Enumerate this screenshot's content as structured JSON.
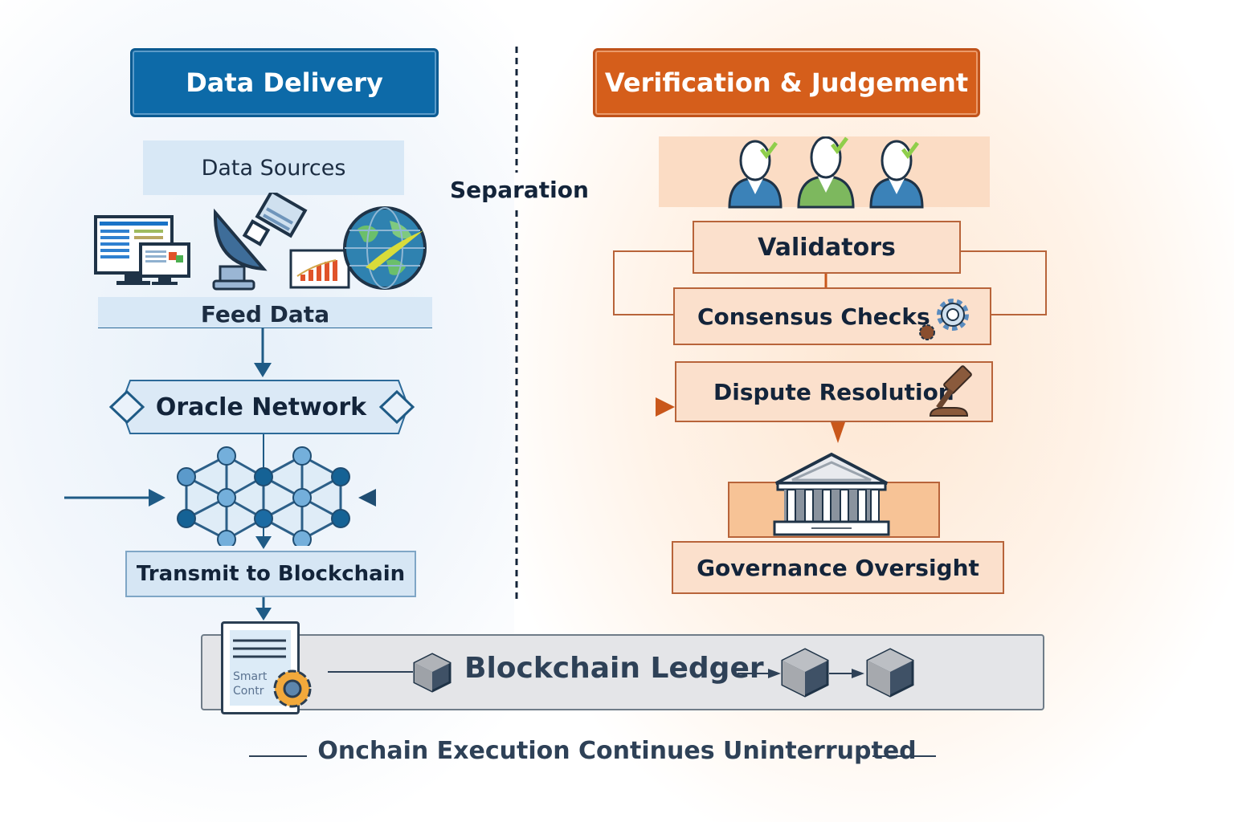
{
  "left_panel": {
    "header": "Data Delivery",
    "data_sources_label": "Data Sources",
    "source_icons": [
      "dashboard-monitor-icon",
      "satellite-dish-icon",
      "bar-chart-icon",
      "globe-icon"
    ],
    "feed_data_label": "Feed Data",
    "oracle_network_label": "Oracle Network",
    "network_icon": "node-network-icon",
    "transmit_label": "Transmit to Blockchain"
  },
  "separator": {
    "label": "Separation"
  },
  "right_panel": {
    "header": "Verification & Judgement",
    "validator_icons": [
      "validator-person-icon",
      "validator-person-icon",
      "validator-person-icon"
    ],
    "validators_label": "Validators",
    "consensus_label": "Consensus Checks",
    "consensus_icon": "gears-icon",
    "dispute_label": "Dispute Resolution",
    "dispute_icon": "gavel-icon",
    "governance_icon": "courthouse-icon",
    "governance_label": "Governance Oversight"
  },
  "ledger": {
    "label": "Blockchain Ledger",
    "smart_contract_text": "Smart Contr",
    "smart_contract_icon": "smart-contract-gear-icon",
    "block_icons": [
      "block-cube-icon",
      "block-cube-icon",
      "block-cube-icon"
    ]
  },
  "footer": "Onchain Execution Continues Uninterrupted",
  "colors": {
    "blue_primary": "#0d6aa8",
    "orange_primary": "#d55e1b",
    "blue_box": "#dbe9f6",
    "orange_box": "#fbe0cc",
    "dark_text": "#13243a",
    "ledger_bg": "#e4e5e8"
  }
}
